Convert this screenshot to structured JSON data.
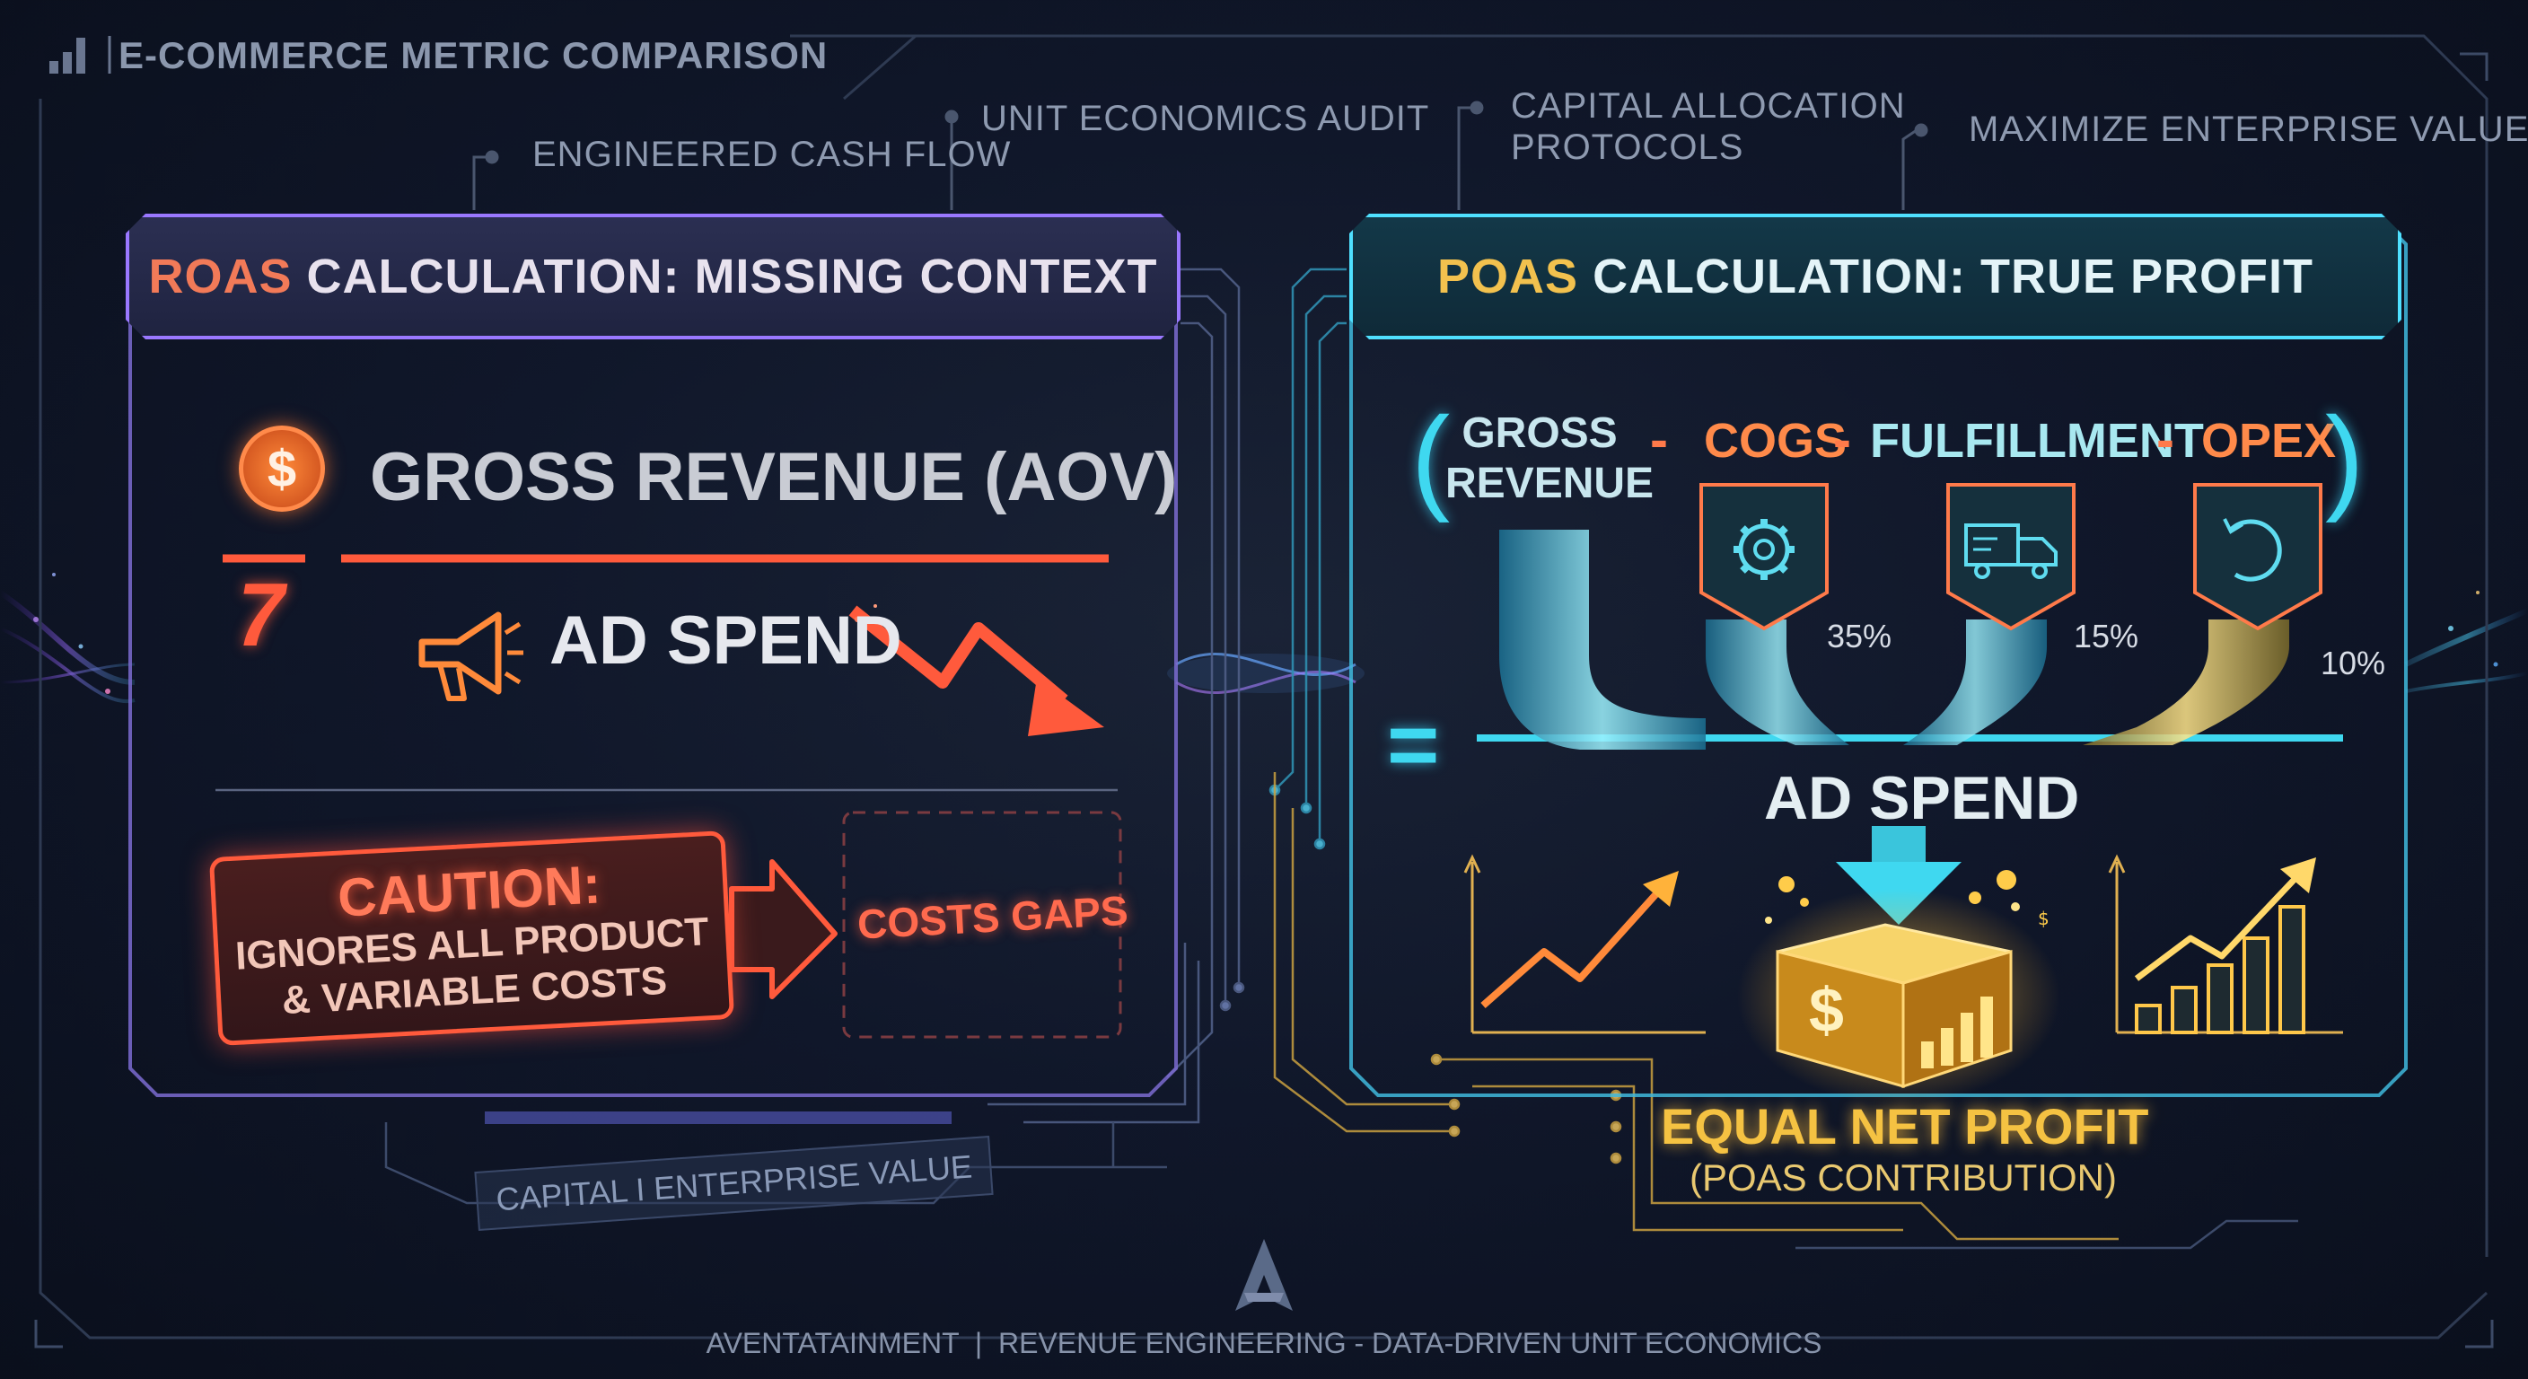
{
  "header": {
    "title": "E-COMMERCE METRIC COMPARISON",
    "labels": {
      "engineered_cash_flow": "ENGINEERED CASH FLOW",
      "unit_economics_audit": "UNIT ECONOMICS AUDIT",
      "capital_allocation_line1": "CAPITAL ALLOCATION",
      "capital_allocation_line2": "PROTOCOLS",
      "maximize_enterprise_value": "MAXIMIZE ENTERPRISE VALUE"
    }
  },
  "roas": {
    "title_highlight": "ROAS",
    "title_rest": " CALCULATION: MISSING CONTEXT",
    "currency_symbol": "$",
    "numerator": "GROSS REVENUE (AOV)",
    "divider_mark": "7",
    "denominator": "AD SPEND",
    "caution_title": "CAUTION:",
    "caution_line1": "IGNORES ALL PRODUCT",
    "caution_line2": "& VARIABLE COSTS",
    "gap_label": "COSTS GAPS",
    "footer_tag": "CAPITAL I ENTERPRISE VALUE"
  },
  "poas": {
    "title_highlight": "POAS",
    "title_rest": " CALCULATION: TRUE PROFIT",
    "open_paren": "(",
    "close_paren": ")",
    "gross_line1": "GROSS",
    "gross_line2": "REVENUE",
    "minus": "-",
    "cogs": "COGS",
    "fulfillment": "FULFILLMENT",
    "opex": "OPEX",
    "cogs_pct": "35%",
    "fulfillment_pct": "15%",
    "opex_pct": "10%",
    "equals": "=",
    "denominator": "AD SPEND",
    "currency_symbol": "$",
    "result_title": "EQUAL NET PROFIT",
    "result_sub": "(POAS CONTRIBUTION)"
  },
  "footer": {
    "text": "AVENTATAINMENT  |  REVENUE ENGINEERING - DATA-DRIVEN UNIT ECONOMICS"
  },
  "colors": {
    "roas_accent": "#ff5a3c",
    "roas_title": "#f27a58",
    "poas_accent": "#3fd8f0",
    "poas_title": "#f2c14e",
    "gold": "#f5c242"
  }
}
